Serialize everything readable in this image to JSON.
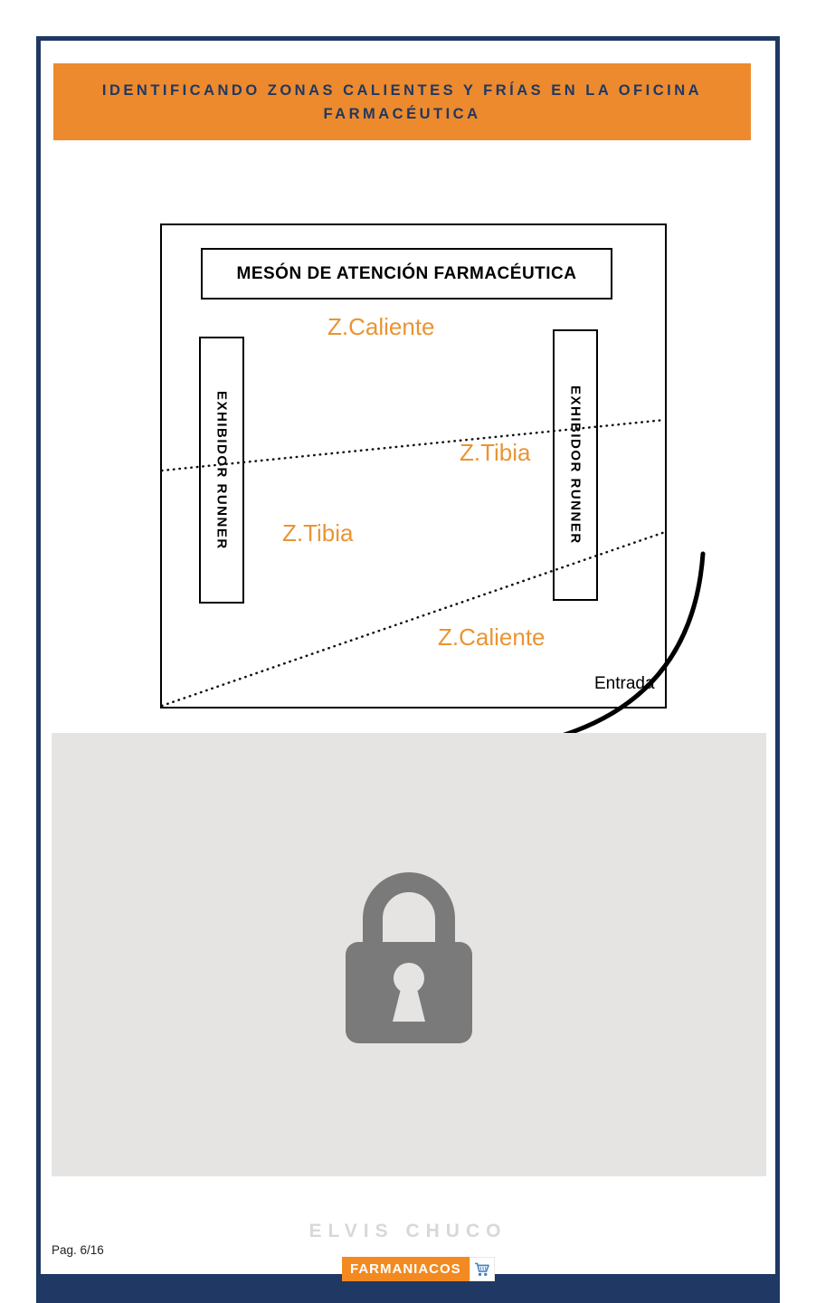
{
  "colors": {
    "navy": "#1F3864",
    "banner_orange": "#ED8A2D",
    "zone_label_orange": "#EA9433",
    "locked_panel_gray": "#E5E4E2",
    "lock_gray": "#7A7A7A",
    "author_gray": "#D8D8D8",
    "logo_orange": "#F28A21",
    "cart_blue": "#3E7EC0"
  },
  "header": {
    "title": "IDENTIFICANDO ZONAS CALIENTES Y FRÍAS EN LA OFICINA FARMACÉUTICA"
  },
  "diagram": {
    "counter_label": "MESÓN DE ATENCIÓN FARMACÉUTICA",
    "exhibitor_left": "EXHIBIDOR RUNNER",
    "exhibitor_right": "EXHIBIDOR RUNNER",
    "zone_hot_top": "Z.Caliente",
    "zone_warm_right": "Z.Tibia",
    "zone_warm_left": "Z.Tibia",
    "zone_hot_bottom": "Z.Caliente",
    "entrance_label": "Entrada"
  },
  "locked_section": {
    "icon": "lock-icon"
  },
  "footer": {
    "author": "ELVIS CHUCO",
    "page_number": "Pag. 6/16",
    "brand": "FARMANIACOS",
    "cart_icon": "shopping-cart-icon"
  }
}
